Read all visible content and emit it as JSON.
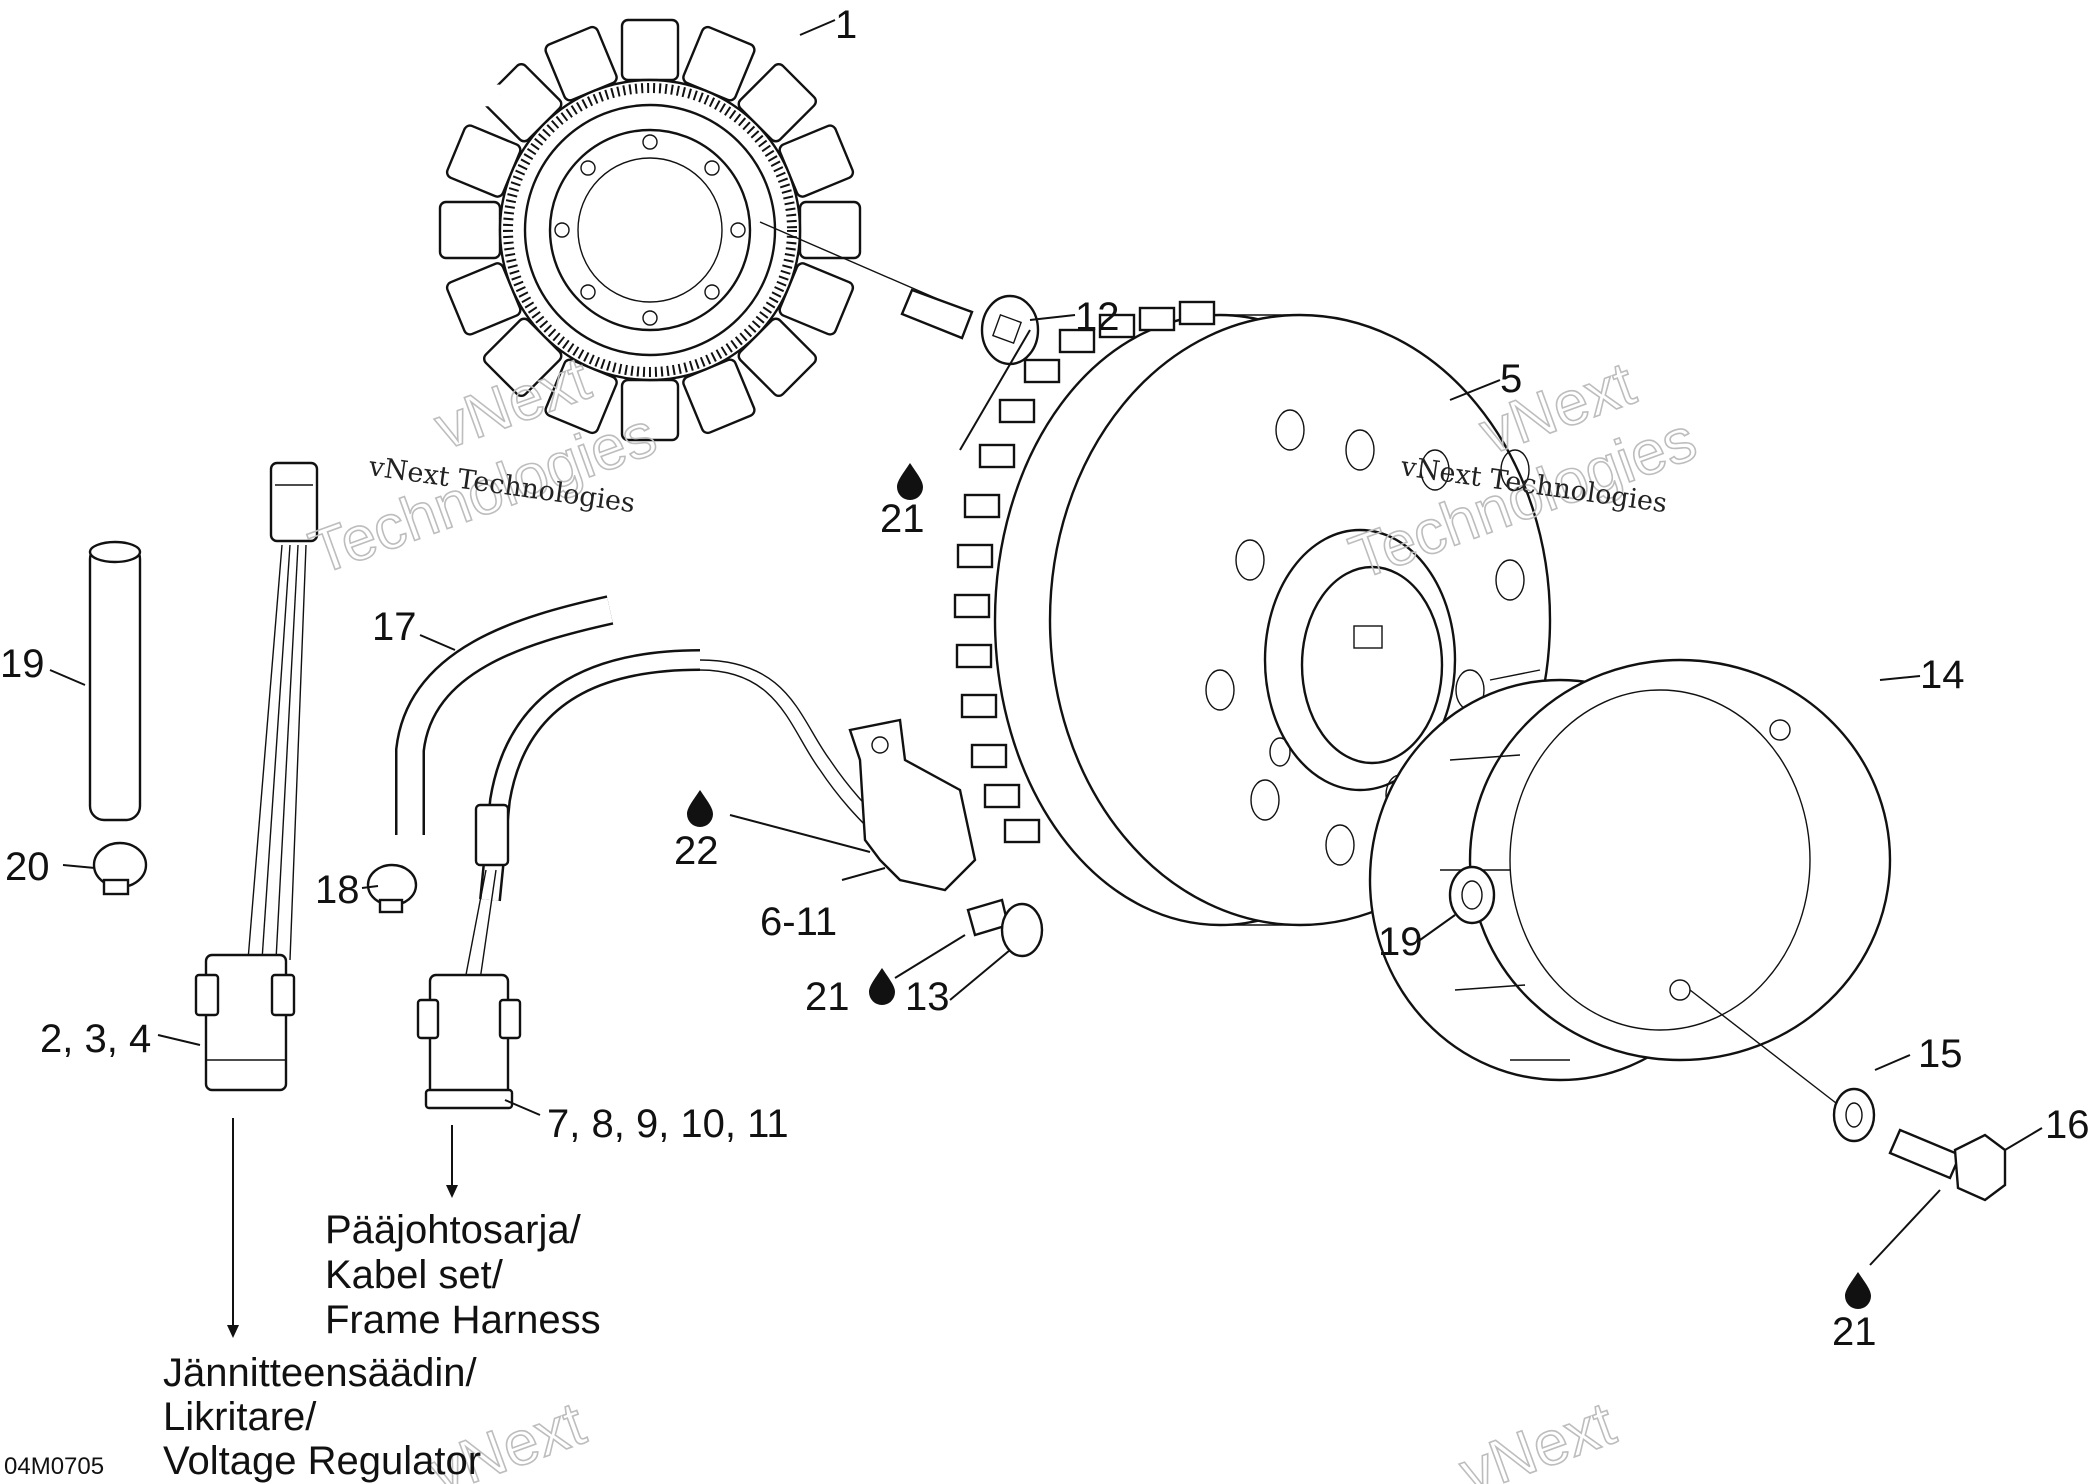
{
  "diagram": {
    "drawing_code": "04M0705",
    "callouts": [
      {
        "id": "c1",
        "label": "1"
      },
      {
        "id": "c12",
        "label": "12"
      },
      {
        "id": "c5",
        "label": "5"
      },
      {
        "id": "c21a",
        "label": "21"
      },
      {
        "id": "c19a",
        "label": "19"
      },
      {
        "id": "c17",
        "label": "17"
      },
      {
        "id": "c14",
        "label": "14"
      },
      {
        "id": "c20",
        "label": "20"
      },
      {
        "id": "c18",
        "label": "18"
      },
      {
        "id": "c22",
        "label": "22"
      },
      {
        "id": "c6_11",
        "label": "6-11"
      },
      {
        "id": "c19b",
        "label": "19"
      },
      {
        "id": "c21b",
        "label": "21"
      },
      {
        "id": "c13",
        "label": "13"
      },
      {
        "id": "c2_4",
        "label": "2, 3, 4"
      },
      {
        "id": "c15",
        "label": "15"
      },
      {
        "id": "c7_11",
        "label": "7, 8, 9, 10, 11"
      },
      {
        "id": "c16",
        "label": "16"
      },
      {
        "id": "c21c",
        "label": "21"
      }
    ],
    "frame_harness_note": [
      "Pääjohtosarja/",
      "Kabel set/",
      "Frame Harness"
    ],
    "voltage_regulator_note": [
      "Jännitteensäädin/",
      "Likritare/",
      "Voltage Regulator"
    ],
    "watermark": {
      "small_text": "vNext Technologies",
      "big_text_1": "vNext",
      "big_text_2": "Technologies"
    }
  }
}
